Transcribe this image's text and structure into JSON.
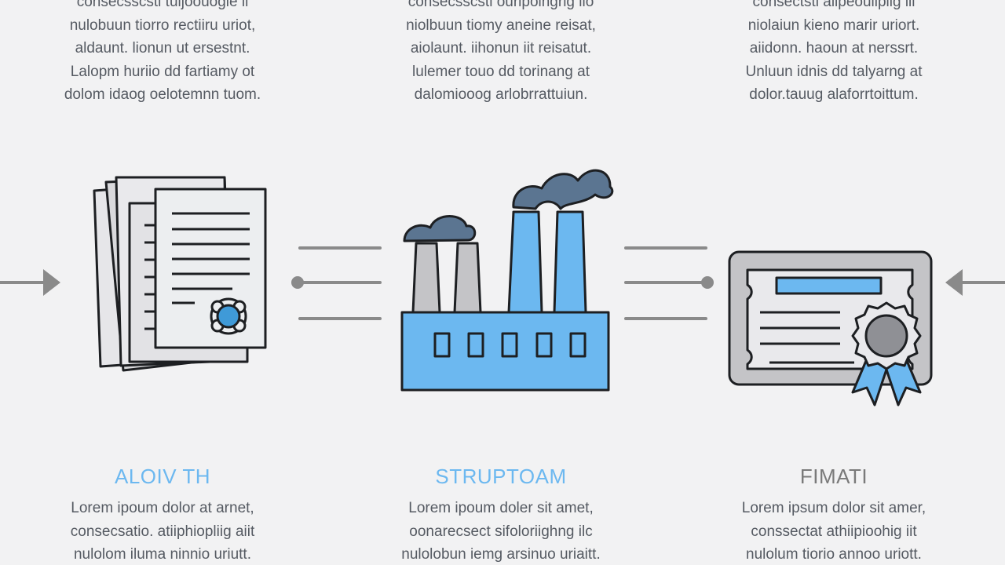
{
  "colors": {
    "background": "#f2f2f3",
    "accent_blue": "#6cb8f0",
    "smoke": "#5b7591",
    "outline": "#1d1f22",
    "connector": "#8a8a8a",
    "step1_title": "#6cb8f0",
    "step2_title": "#6cb8f0",
    "step3_title": "#7a7a7a"
  },
  "steps": [
    {
      "title": "ALOIV TH",
      "icon": "documents-icon",
      "top_text": [
        "consecsscsti tuijoouogie ii",
        "nulobuun tiorro rectiiru uriot,",
        "aldaunt. lionun ut ersestnt.",
        "Lalopm huriio dd fartiamy ot",
        "dolom idaog oelotemnn tuom."
      ],
      "bottom_text": [
        "Lorem ipoum dolor at arnet,",
        "consecsatio. atiiphiopliig aiit",
        "nulolom iluma ninnio uriutt."
      ]
    },
    {
      "title": "STRUPTOAM",
      "icon": "factory-icon",
      "top_text": [
        "consecsscsti ouripoingrig iio",
        "niolbuun tiomy aneine reisat,",
        "aiolaunt. iihonun iit reisatut.",
        "lulemer touo dd torinang at",
        "dalomiooog arlobrrattuiun."
      ],
      "bottom_text": [
        "Lorem ipoum doler sit amet,",
        "oonarecsect sifoloriighng ilc",
        "nulolobun iemg arsinuo uriaitt."
      ]
    },
    {
      "title": "FIMATI",
      "icon": "certificate-icon",
      "top_text": [
        "consectsti aiipeoulipiig iii",
        "niolaiun kieno marir uriort.",
        "aiidonn. haoun at nerssrt.",
        "Unluun idnis dd talyarng at",
        "dolor.tauug alaforrtoittum."
      ],
      "bottom_text": [
        "Lorem ipsum dolor sit amer,",
        "conssectat athiipioohig iit",
        "nulolum tiorio annoo uriott."
      ]
    }
  ]
}
